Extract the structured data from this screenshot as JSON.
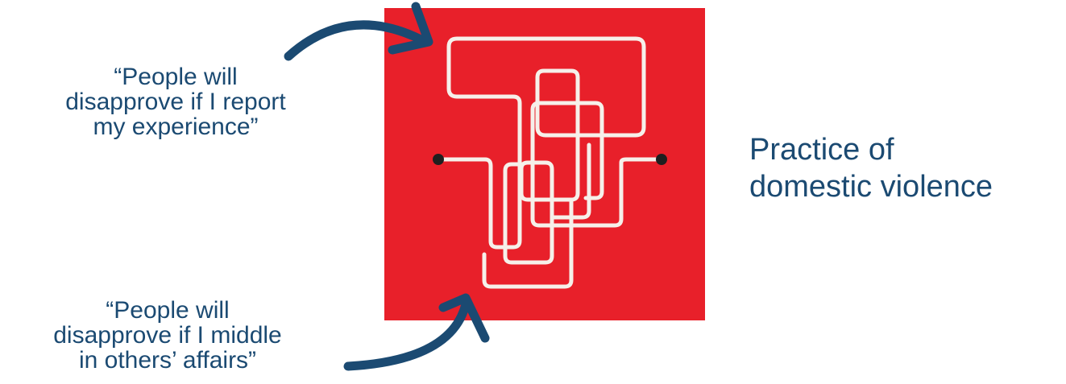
{
  "quotes": {
    "top": "“People will\ndisapprove if I report\nmy experience”",
    "bottom": "“People will\ndisapprove if I middle\nin others’ affairs”"
  },
  "result": {
    "label": "Practice of\ndomestic violence"
  },
  "maze": {
    "icon": "tangled-path-icon",
    "background_color": "#e8202a",
    "path_color": "#f6f0ea",
    "endpoint_color": "#1f1f1f"
  },
  "arrows": {
    "icon": "curved-arrow-icon",
    "color": "#1b4a72"
  },
  "colors": {
    "text": "#1b4a72"
  }
}
